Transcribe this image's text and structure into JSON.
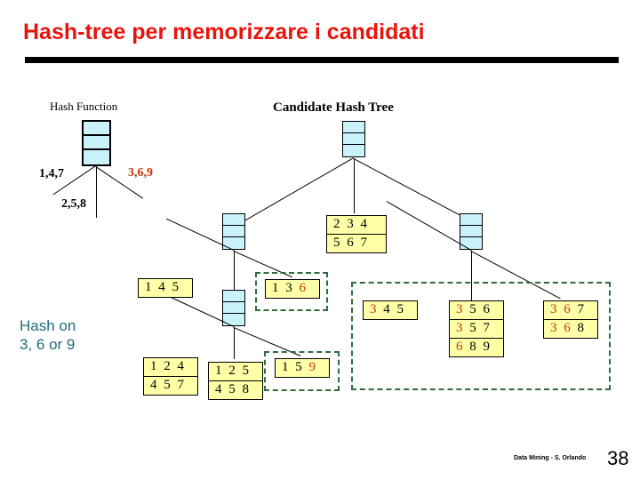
{
  "slide": {
    "title": "Hash-tree per memorizzare i candidati",
    "title_color": "#e8140d",
    "accent_rule_color": "#000000",
    "node_fill": "#c9f2fb",
    "leaf_fill": "#ffffa8",
    "group_border": "#2f6b3d",
    "highlight_digit_color": "#c0390b",
    "annotation_color": "#1f6b7a"
  },
  "hash_function": {
    "caption": "Hash Function",
    "branch_labels": {
      "left": "1,4,7",
      "middle": "2,5,8",
      "right": "3,6,9"
    },
    "right_label_color": "#c0390b"
  },
  "tree": {
    "caption": "Candidate Hash Tree",
    "root": {
      "type": "hash-node",
      "cells": 3
    },
    "left_child": {
      "type": "hash-node",
      "cells": 3
    },
    "middle_child": {
      "type": "leaf",
      "rows": [
        {
          "digits": [
            "2",
            "3",
            "4"
          ],
          "highlight": []
        },
        {
          "digits": [
            "5",
            "6",
            "7"
          ],
          "highlight": []
        }
      ]
    },
    "right_child": {
      "type": "hash-node",
      "cells": 3
    },
    "left_grandchildren": {
      "left": {
        "type": "leaf",
        "rows": [
          {
            "digits": [
              "1",
              "4",
              "5"
            ],
            "highlight": []
          }
        ]
      },
      "middle": {
        "type": "hash-node",
        "cells": 3
      },
      "right": {
        "type": "leaf",
        "grouped": true,
        "rows": [
          {
            "digits": [
              "1",
              "3",
              "6"
            ],
            "highlight": [
              2
            ]
          }
        ]
      }
    },
    "left_great_grandchildren": {
      "left": {
        "type": "leaf",
        "rows": [
          {
            "digits": [
              "1",
              "2",
              "4"
            ],
            "highlight": []
          },
          {
            "digits": [
              "4",
              "5",
              "7"
            ],
            "highlight": []
          }
        ]
      },
      "middle": {
        "type": "leaf",
        "rows": [
          {
            "digits": [
              "1",
              "2",
              "5"
            ],
            "highlight": []
          },
          {
            "digits": [
              "4",
              "5",
              "8"
            ],
            "highlight": []
          }
        ]
      },
      "right": {
        "type": "leaf",
        "grouped": true,
        "rows": [
          {
            "digits": [
              "1",
              "5",
              "9"
            ],
            "highlight": [
              2
            ]
          }
        ]
      }
    },
    "right_grandchildren": {
      "grouped": true,
      "left": {
        "type": "leaf",
        "rows": [
          {
            "digits": [
              "3",
              "4",
              "5"
            ],
            "highlight": [
              0
            ]
          }
        ]
      },
      "middle": {
        "type": "leaf",
        "rows": [
          {
            "digits": [
              "3",
              "5",
              "6"
            ],
            "highlight": [
              0
            ]
          },
          {
            "digits": [
              "3",
              "5",
              "7"
            ],
            "highlight": [
              0
            ]
          },
          {
            "digits": [
              "6",
              "8",
              "9"
            ],
            "highlight": [
              0
            ]
          }
        ]
      },
      "right": {
        "type": "leaf",
        "rows": [
          {
            "digits": [
              "3",
              "6",
              "7"
            ],
            "highlight": [
              0,
              1
            ]
          },
          {
            "digits": [
              "3",
              "6",
              "8"
            ],
            "highlight": [
              0,
              1
            ]
          }
        ]
      }
    }
  },
  "annotations": {
    "hash_on": "Hash on\n3, 6 or 9"
  },
  "footer": {
    "credit": "Data Mining - S. Orlando",
    "page_number": "38"
  },
  "leaf_text": {
    "l145_r0": "1 4 5",
    "l234_r0": "2 3 4",
    "l234_r1": "5 6 7",
    "l124_r0": "1 2 4",
    "l124_r1": "4 5 7",
    "l125_r0": "1 2 5",
    "l125_r1": "4 5 8"
  }
}
